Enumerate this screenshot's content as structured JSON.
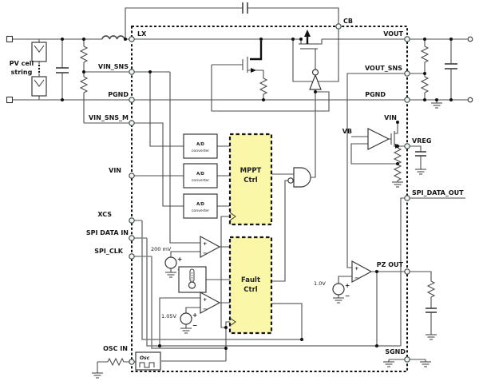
{
  "diagram": {
    "type": "schematic-block-diagram",
    "subject": "MPPT solar PV charger IC with SPI interface"
  },
  "colors": {
    "block_fill": "#FBF7A8",
    "wire": "#4d4d4d",
    "pin_fill": "#e9f6f1",
    "ink": "#111111"
  },
  "labels": {
    "pv_line1": "PV cell",
    "pv_line2": "string",
    "pins": {
      "lx": "LX",
      "cb": "CB",
      "vout": "VOUT",
      "vout_sns": "VOUT_SNS",
      "pgnd_right": "PGND",
      "vin_sns": "VIN_SNS",
      "pgnd_left": "PGND",
      "vin_sns_m": "VIN_SNS_M",
      "vin": "VIN",
      "xcs": "XCS",
      "spi_data_in": "SPI DATA IN",
      "spi_clk": "SPI_CLK",
      "osc_in": "OSC IN",
      "vreg": "VREG",
      "spi_data_out": "SPI_DATA_OUT",
      "pz_out": "PZ OUT",
      "sgnd": "SGND"
    },
    "internal": {
      "vin": "VIN",
      "vb": "VB",
      "adc_line1": "A/D",
      "adc_line2": "converter",
      "mppt_line1": "MPPT",
      "mppt_line2": "Ctrl",
      "fault_line1": "Fault",
      "fault_line2": "Ctrl",
      "osc": "Osc",
      "ref_200mv": "200 mV",
      "ref_1v05": "1.05V",
      "ref_1v0": "1.0V",
      "plus": "+",
      "minus": "−"
    }
  }
}
